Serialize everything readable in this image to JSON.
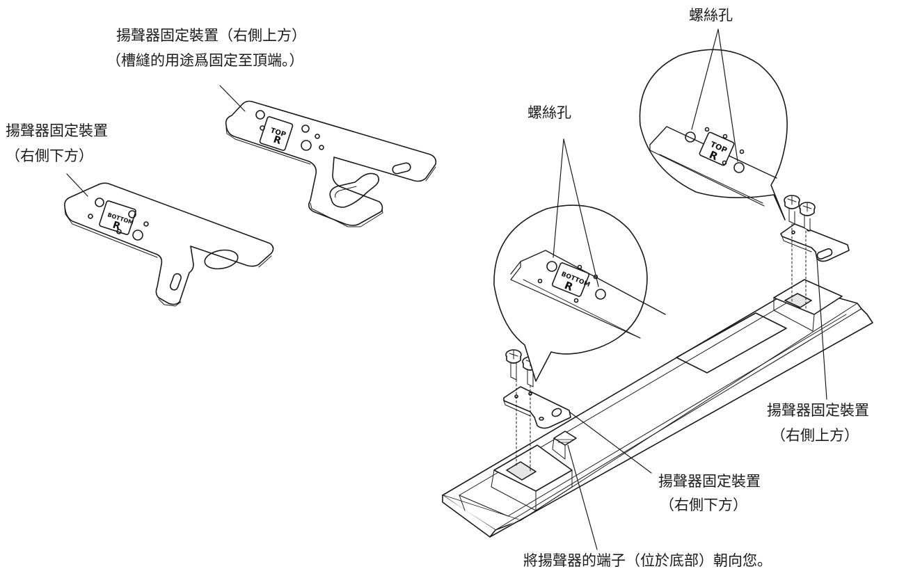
{
  "labels": {
    "top_plate_line1": "揚聲器固定裝置（右側上方）",
    "top_plate_line2": "（槽縫的用途爲固定至頂端。）",
    "bottom_plate_line1": "揚聲器固定裝置",
    "bottom_plate_line2": "（右側下方）",
    "screw_hole_top": "螺絲孔",
    "screw_hole_bottom": "螺絲孔",
    "right_top_line1": "揚聲器固定裝置",
    "right_top_line2": "（右側上方）",
    "right_bottom_line1": "揚聲器固定裝置",
    "right_bottom_line2": "（右側下方）",
    "terminal_note": "將揚聲器的端子（位於底部）朝向您。"
  },
  "plate_marks": {
    "top_word": "TOP",
    "top_side": "R",
    "bottom_word": "BOTTOM",
    "bottom_side": "R"
  },
  "colors": {
    "line": "#1a1a1a",
    "fill": "#ffffff",
    "shade": "#e6e6e6"
  }
}
